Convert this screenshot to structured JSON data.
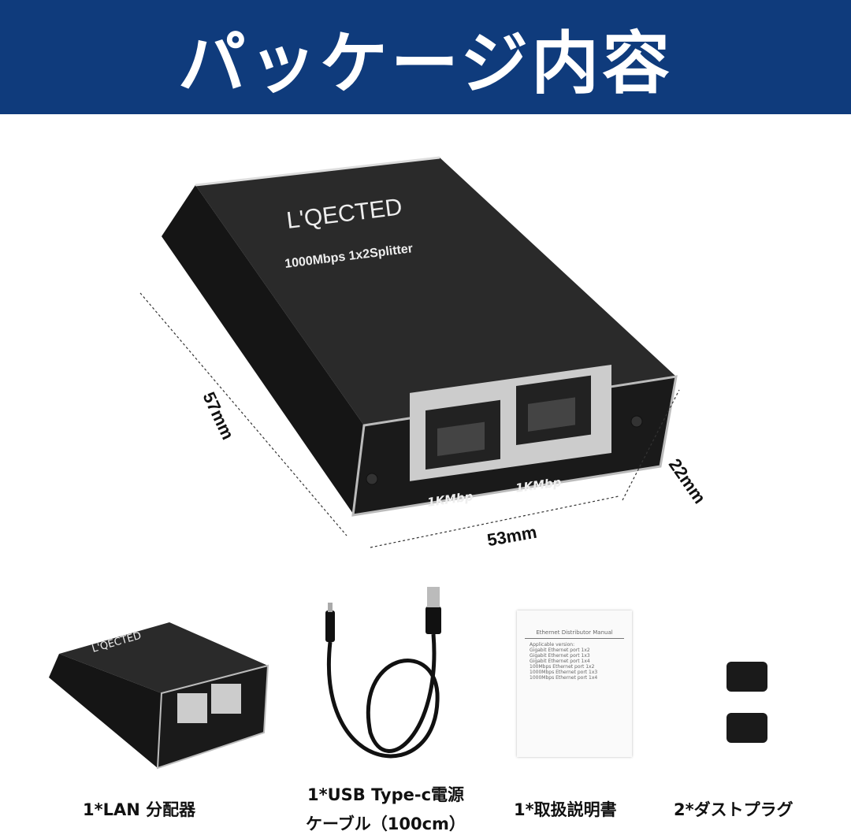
{
  "header": {
    "title": "パッケージ内容"
  },
  "product": {
    "brand": "L'QECTED",
    "model": "1000Mbps 1x2Splitter",
    "port_labels": [
      "1KMbp",
      "1KMbp"
    ],
    "body_color": "#1c1c1c"
  },
  "dimensions": {
    "length": "57mm",
    "width": "53mm",
    "height": "22mm"
  },
  "manual": {
    "title": "Ethernet Distributor Manual",
    "lines": [
      "Applicable version:",
      "Gigabit Ethernet port 1x2",
      "Gigabit Ethernet port 1x3",
      "Gigabit Ethernet port 1x4",
      "100Mbps Ethernet port 1x2",
      "1000Mbps Ethernet port 1x3",
      "1000Mbps Ethernet port 1x4"
    ]
  },
  "items": [
    {
      "caption": "1*LAN 分配器"
    },
    {
      "caption_line1": "1*USB Type-c電源",
      "caption_line2": "ケーブル（100cm）"
    },
    {
      "caption": "1*取扱説明書"
    },
    {
      "caption": "2*ダストプラグ"
    }
  ],
  "colors": {
    "banner": "#0f3b7c"
  }
}
